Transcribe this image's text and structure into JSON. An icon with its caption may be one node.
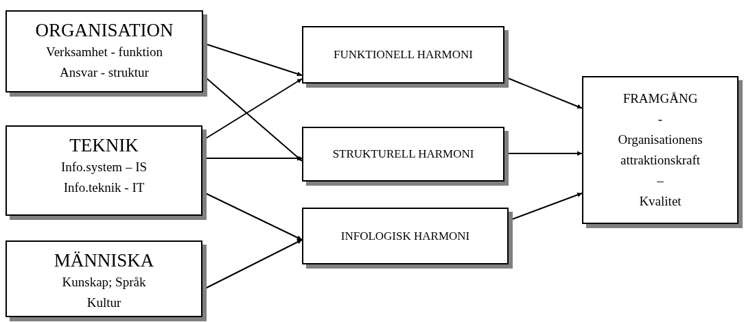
{
  "diagram": {
    "nodes": [
      {
        "text": [
          "ORGANISATION",
          "Verksamhet - funktion",
          "Ansvar - struktur"
        ]
      },
      {
        "text": [
          "TEKNIK",
          "Info.system – IS",
          "Info.teknik - IT"
        ]
      },
      {
        "text": [
          "MÄNNISKA",
          "Kunskap; Språk",
          "Kultur"
        ]
      },
      {
        "text": [
          "FUNKTIONELL HARMONI"
        ]
      },
      {
        "text": [
          "STRUKTURELL HARMONI"
        ]
      },
      {
        "text": [
          "INFOLOGISK HARMONI"
        ]
      },
      {
        "text": [
          "FRAMGÅNG",
          "-",
          "Organisationens attraktionskraft",
          "–",
          "Kvalitet"
        ]
      }
    ],
    "edges": [
      {
        "from": 0,
        "to": 3,
        "arrow": "to"
      },
      {
        "from": 0,
        "to": 4,
        "arrow": "to"
      },
      {
        "from": 1,
        "to": 3,
        "arrow": "to"
      },
      {
        "from": 1,
        "to": 4,
        "arrow": "to"
      },
      {
        "from": 1,
        "to": 5,
        "arrow": "to"
      },
      {
        "from": 2,
        "to": 5,
        "arrow": "to"
      },
      {
        "from": 3,
        "to": 6,
        "arrow": "to"
      },
      {
        "from": 4,
        "to": 6,
        "arrow": "to"
      },
      {
        "from": 5,
        "to": 6,
        "arrow": "to"
      }
    ]
  }
}
